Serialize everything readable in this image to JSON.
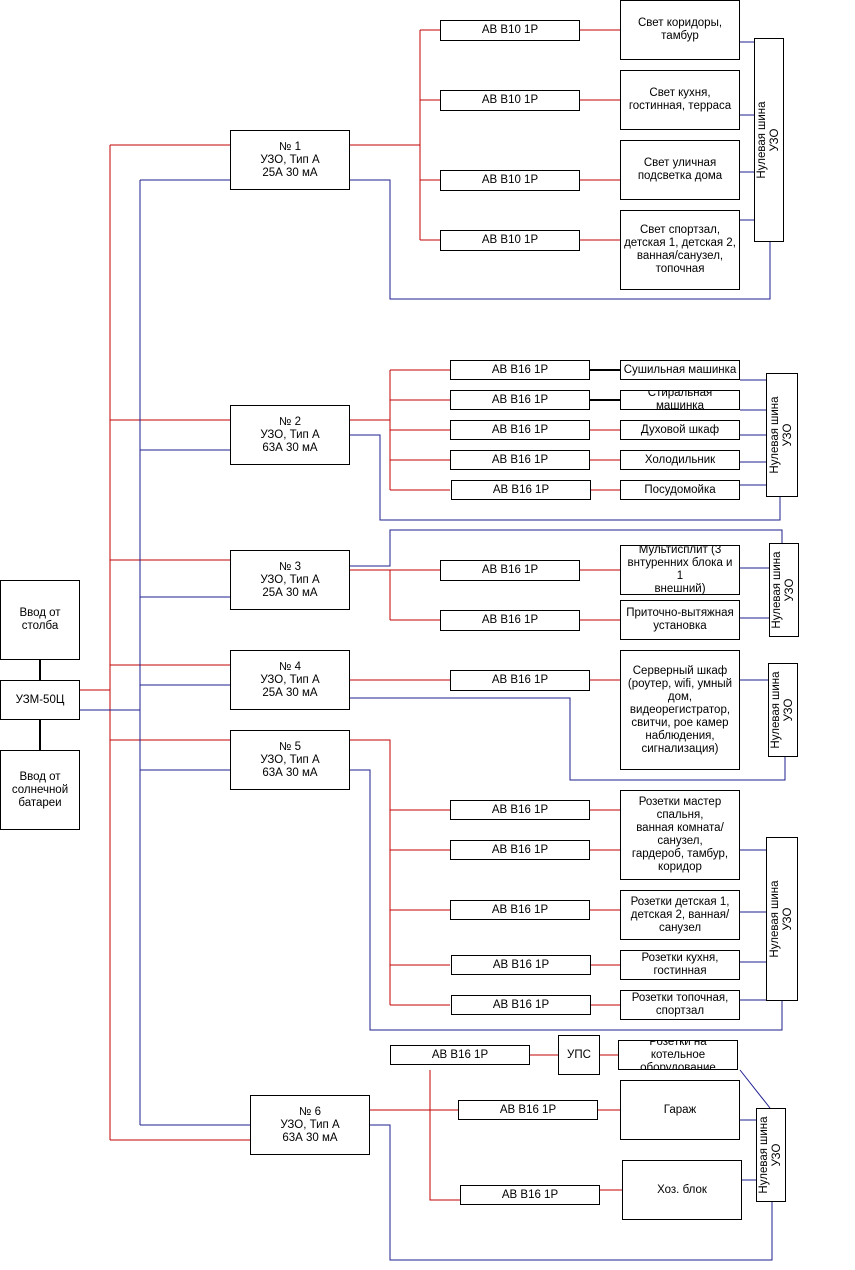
{
  "colors": {
    "phase": "#c00000",
    "neutral": "#1f1f8f",
    "link": "#000000",
    "box_border": "#000000"
  },
  "sources": {
    "pole": "Ввод от столба",
    "relay": "УЗМ-50Ц",
    "solar": "Ввод от\nсолнечной\nбатареи"
  },
  "rcd": [
    {
      "label": "№ 1\nУЗО, Тип А\n25А 30 мА"
    },
    {
      "label": "№ 2\nУЗО, Тип А\n63А 30 мА"
    },
    {
      "label": "№ 3\nУЗО, Тип А\n25А 30 мА"
    },
    {
      "label": "№ 4\nУЗО, Тип А\n25А 30 мА"
    },
    {
      "label": "№ 5\nУЗО, Тип А\n63А 30 мА"
    },
    {
      "label": "№ 6\nУЗО, Тип А\n63А 30 мА"
    }
  ],
  "breakers": {
    "g1": [
      "АВ В10 1Р",
      "АВ В10 1Р",
      "АВ В10 1Р",
      "АВ В10 1Р"
    ],
    "g2": [
      "АВ В16 1Р",
      "АВ В16 1Р",
      "АВ В16 1Р",
      "АВ В16 1Р",
      "АВ В16 1Р"
    ],
    "g3": [
      "АВ В16 1Р",
      "АВ В16 1Р"
    ],
    "g4": [
      "АВ В16 1Р"
    ],
    "g5": [
      "АВ В16 1Р",
      "АВ В16 1Р",
      "АВ В16 1Р",
      "АВ В16 1Р",
      "АВ В16 1Р"
    ],
    "g6": [
      "АВ В16 1Р",
      "АВ В16 1Р",
      "АВ В16 1Р"
    ]
  },
  "ups": "УПС",
  "loads": {
    "g1": [
      "Свет коридоры,\nтамбур",
      "Свет кухня,\nгостинная, терраса",
      "Свет уличная\nподсветка дома",
      "Свет спортзал,\nдетская 1, детская 2,\nванная/санузел,\nтопочная"
    ],
    "g2": [
      "Сушильная машинка",
      "Стиральная машинка",
      "Духовой шкаф",
      "Холодильник",
      "Посудомойка"
    ],
    "g3": [
      "Мультисплит (3\nвнтуренних блока и 1\nвнешний)",
      "Приточно-вытяжная\nустановка"
    ],
    "g4": [
      "Серверный шкаф\n(роутер, wifi, умный\nдом,\nвидеорегистратор,\nсвитчи, poe камер\nнаблюдения,\nсигнализация)"
    ],
    "g5": [
      "Розетки мастер\nспальня,\nванная комната/\nсанузел,\nгардероб, тамбур,\nкоридор",
      "Розетки детская 1,\nдетская 2, ванная/\nсанузел",
      "Розетки кухня,\nгостинная",
      "Розетки топочная,\nспортзал"
    ],
    "g6": [
      "Розетки на котельное\nоборудование",
      "Гараж",
      "Хоз. блок"
    ]
  },
  "neutral_bus": "Нулевая шина\nУЗО"
}
